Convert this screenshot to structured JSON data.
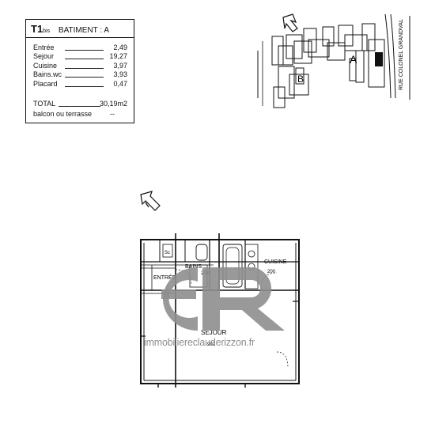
{
  "surface_table": {
    "type": "T1",
    "type_suffix": "bis",
    "building": "BATIMENT : A",
    "rows": [
      {
        "label": "Entrée",
        "value": "2,49"
      },
      {
        "label": "Sejour",
        "value": "19,27"
      },
      {
        "label": "Cuisine",
        "value": "3,97"
      },
      {
        "label": "Bains.wc",
        "value": "3,93"
      },
      {
        "label": "Placard",
        "value": "0,47"
      }
    ],
    "total": {
      "label": "TOTAL",
      "value": "30,19m2"
    },
    "balcony": {
      "label": "balcon ou terrasse",
      "value": "--"
    }
  },
  "key_plan": {
    "label_a": "A",
    "label_b": "B",
    "street": "RUE COLONEL GRANDVAL"
  },
  "floor_plan": {
    "rooms": {
      "entree": {
        "label": "ENTRÉE"
      },
      "bains": {
        "label": "BAINS",
        "area": "209"
      },
      "cuisine": {
        "label": "CUISINE",
        "area": "200"
      },
      "sejour": {
        "label": "SEJOUR",
        "area": "902"
      },
      "sc": {
        "label": "Sc"
      }
    }
  },
  "watermark": {
    "text": "immobiliereclauderizzon.fr"
  },
  "colors": {
    "line": "#111111",
    "watermark": "#8e8e8e"
  }
}
